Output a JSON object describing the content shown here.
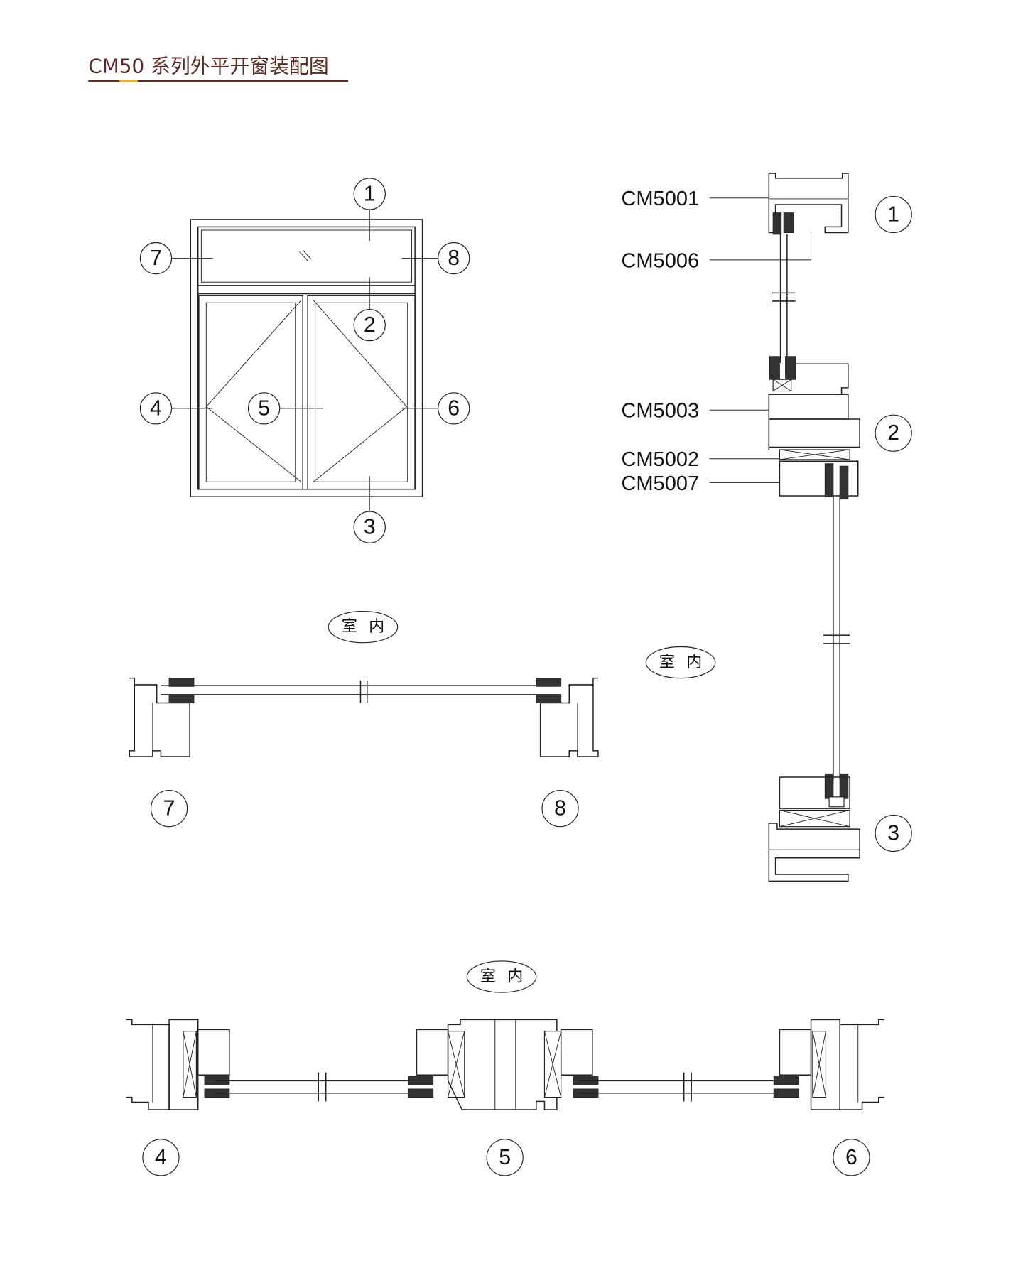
{
  "title": "CM50 系列外平开窗装配图",
  "colors": {
    "title": "#5b2a22",
    "accent": "#f0b020"
  },
  "indoor_label": "室 内",
  "callouts": [
    "1",
    "2",
    "3",
    "4",
    "5",
    "6",
    "7",
    "8"
  ],
  "profiles": [
    "CM5001",
    "CM5006",
    "CM5003",
    "CM5002",
    "CM5007"
  ]
}
